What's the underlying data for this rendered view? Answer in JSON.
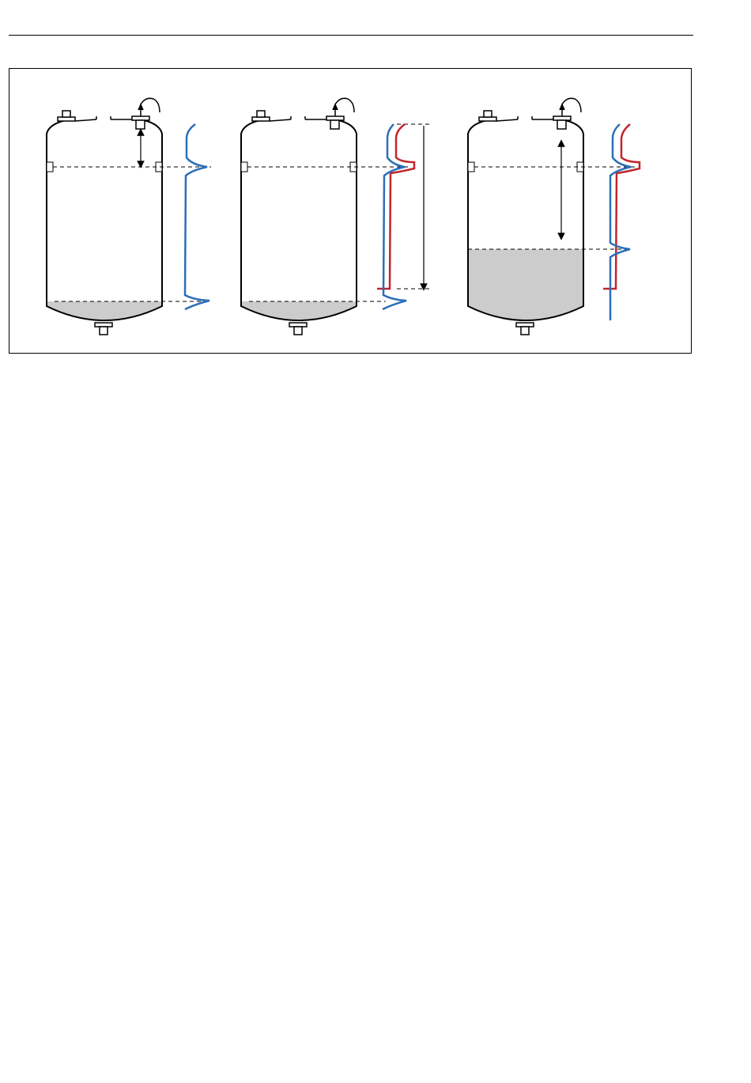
{
  "colors": {
    "outline": "#000000",
    "liquid_fill": "#cccccc",
    "reference_curve": "#c0262d",
    "echo_curve": "#2b6fb8",
    "dashed_line": "#000000",
    "background": "#ffffff"
  },
  "panels": [
    {
      "id": "panel-1",
      "liquid": "minimal",
      "curves": [
        "echo"
      ]
    },
    {
      "id": "panel-2",
      "liquid": "minimal",
      "curves": [
        "echo",
        "reference"
      ]
    },
    {
      "id": "panel-3",
      "liquid": "partial",
      "curves": [
        "echo",
        "reference"
      ]
    }
  ]
}
